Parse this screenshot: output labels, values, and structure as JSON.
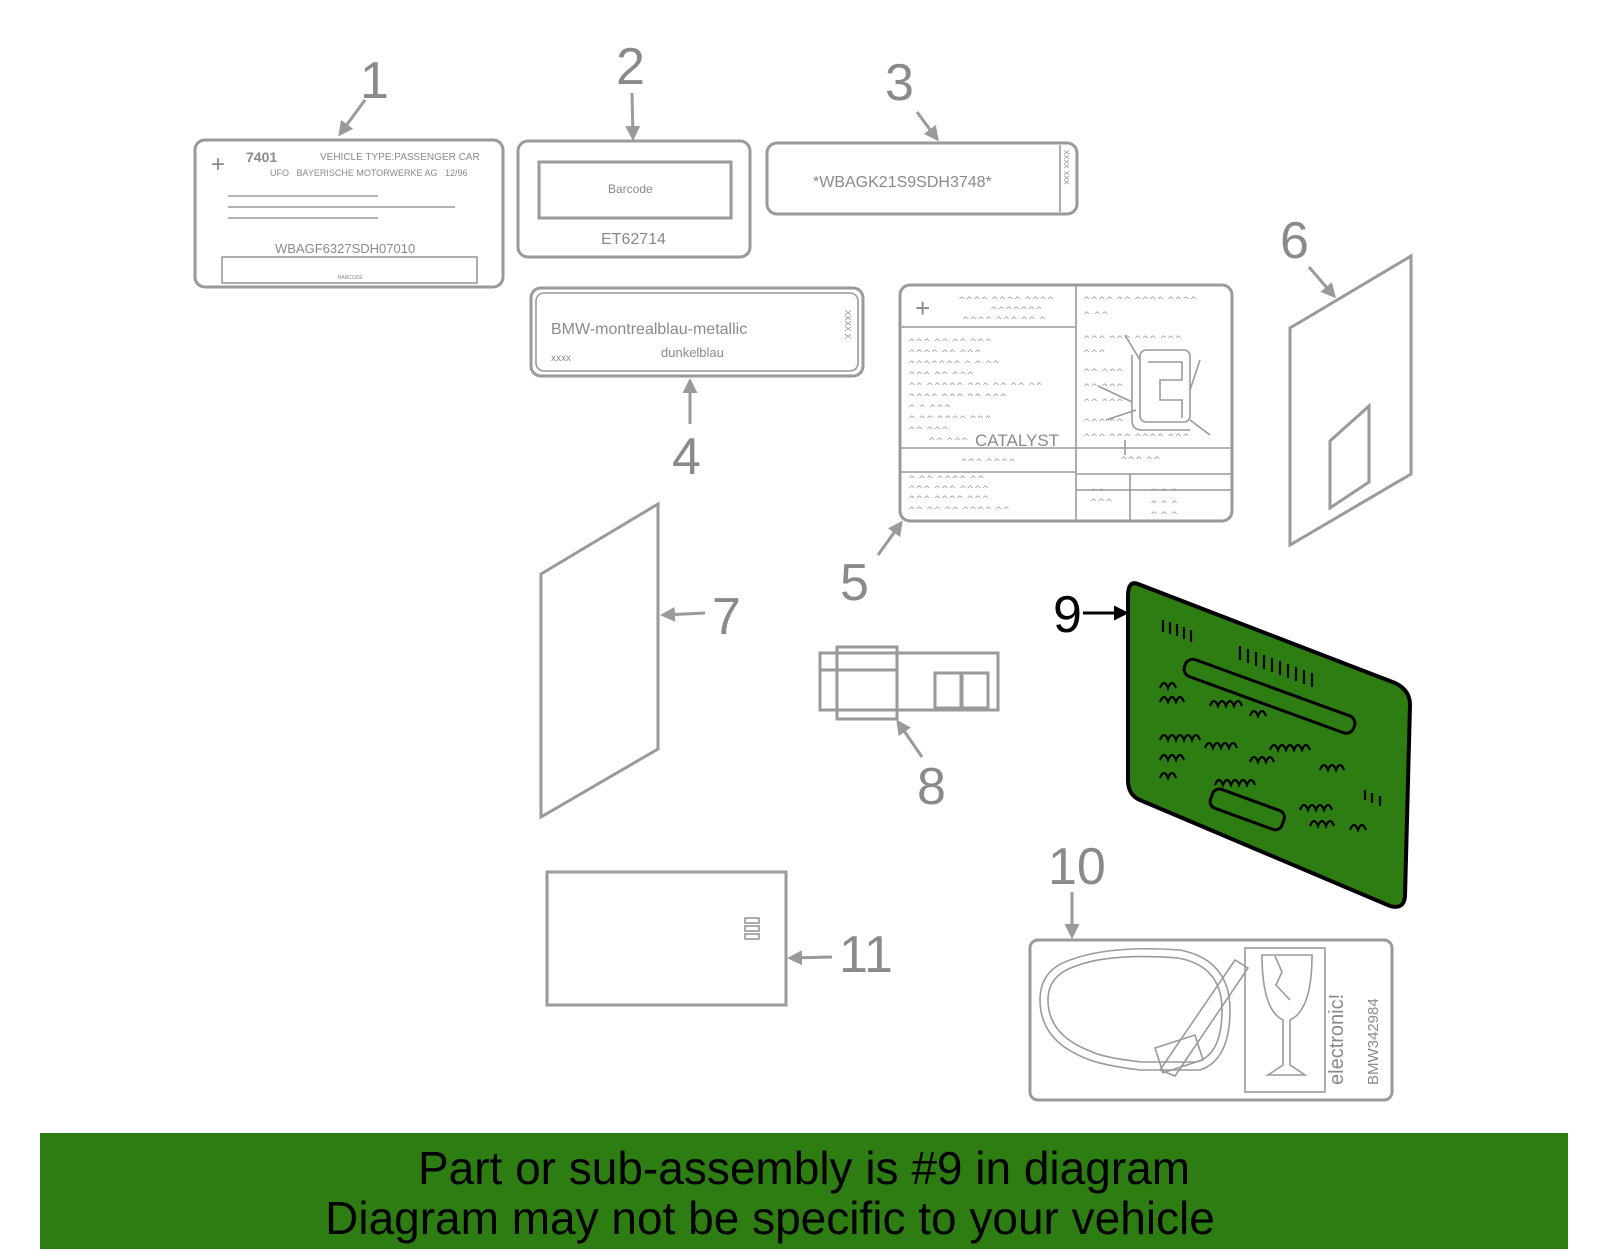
{
  "callouts": [
    "1",
    "2",
    "3",
    "4",
    "5",
    "6",
    "7",
    "8",
    "9",
    "10",
    "11"
  ],
  "highlight": {
    "callout": "9",
    "color": "#2e7d12"
  },
  "label1": {
    "code": "7401",
    "vehicle_type": "VEHICLE TYPE:PASSENGER CAR",
    "maker": "UFO   BAYERISCHE MOTORWERKE AG   12/96",
    "vin": "WBAGF6327SDH07010",
    "barcode": "BARCODE"
  },
  "label2": {
    "barcode": "Barcode",
    "part": "ET62714"
  },
  "label3": {
    "vin": "*WBAGK21S9SDH3748*",
    "side": "XXXX XXX"
  },
  "label4": {
    "paint": "BMW-montrealblau-metallic",
    "code": "xxxx",
    "color": "dunkelblau",
    "side": "XXXX X"
  },
  "label5": {
    "catalyst": "CATALYST"
  },
  "label10": {
    "warning": "electronic!",
    "part": "BMW342984"
  },
  "banner": {
    "line1": "Part or sub-assembly is #9 in diagram",
    "line2": "Diagram may not be specific to your vehicle"
  }
}
